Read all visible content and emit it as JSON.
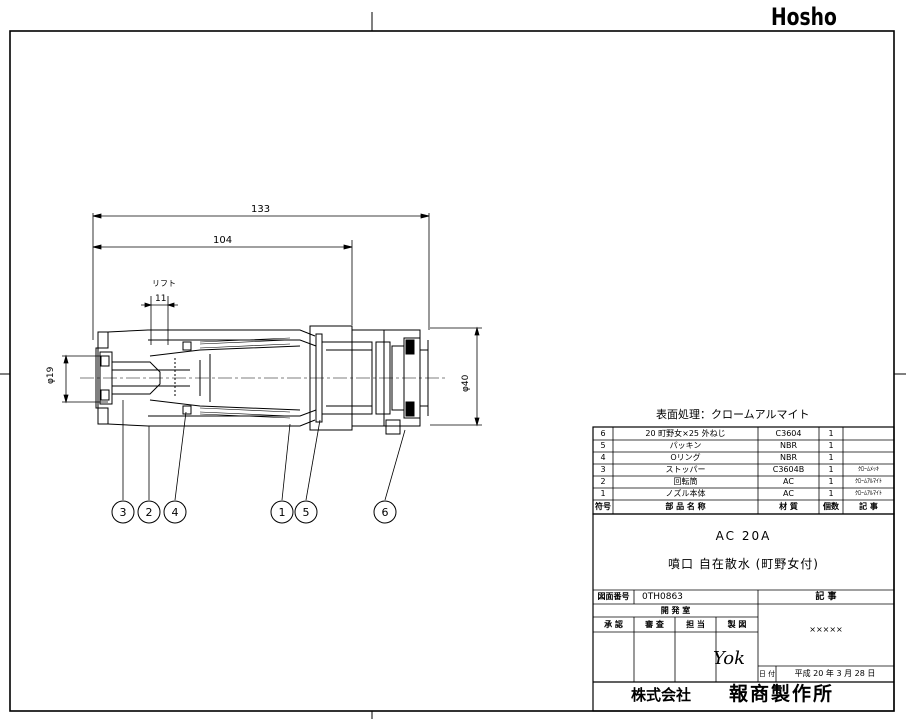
{
  "brand": "Hosho",
  "dimensions": {
    "overall": "133",
    "body": "104",
    "lift_label": "リフト",
    "lift": "11",
    "dia_left": "φ19",
    "dia_right": "φ40"
  },
  "balloons": [
    "3",
    "2",
    "4",
    "1",
    "5",
    "6"
  ],
  "surface_treatment": "表面処理：クロームアルマイト",
  "parts": [
    {
      "no": "6",
      "name": "20 町野女×25 外ねじ",
      "material": "C3604",
      "qty": "1",
      "note": ""
    },
    {
      "no": "5",
      "name": "パッキン",
      "material": "NBR",
      "qty": "1",
      "note": ""
    },
    {
      "no": "4",
      "name": "Oリング",
      "material": "NBR",
      "qty": "1",
      "note": ""
    },
    {
      "no": "3",
      "name": "ストッパー",
      "material": "C3604B",
      "qty": "1",
      "note": "ｸﾛｰﾑﾒｯｷ"
    },
    {
      "no": "2",
      "name": "回転筒",
      "material": "AC",
      "qty": "1",
      "note": "ｸﾛｰﾑｱﾙﾏｲﾄ"
    },
    {
      "no": "1",
      "name": "ノズル本体",
      "material": "AC",
      "qty": "1",
      "note": "ｸﾛｰﾑｱﾙﾏｲﾄ"
    }
  ],
  "headers": {
    "no": "符号",
    "name": "部 品 名 称",
    "material": "材 質",
    "qty": "個数",
    "note": "記 事"
  },
  "title": {
    "line1": "AC 20A",
    "line2": "噴口 自在散水 (町野女付)"
  },
  "drawing": {
    "no_label": "図面番号",
    "no_value": "0TH0863",
    "note_label": "記 事",
    "dept": "開 発 室",
    "approve": "承 認",
    "check": "審 査",
    "charge": "担 当",
    "draft": "製 図",
    "note_value": "×××××",
    "date_label": "日 付",
    "date_value": "平成 20 年 3 月 28 日",
    "signature": "Yok"
  },
  "company": {
    "a": "株式会社",
    "b": "報商製作所"
  }
}
